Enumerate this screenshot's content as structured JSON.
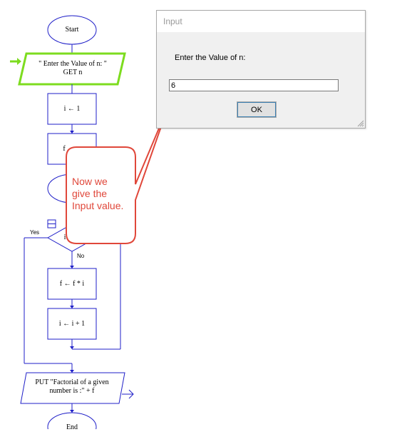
{
  "flowchart": {
    "start_label": "Start",
    "input_step_line1": "\" Enter the Value of n: \"",
    "input_step_line2": "GET n",
    "assign_i": "i ← 1",
    "assign_f_partial": "f",
    "loop_yes_label": "Yes",
    "loop_no_label": "No",
    "loop_condition_partial": "i",
    "multiply_step": "f ← f * i",
    "increment_step": "i ← i + 1",
    "output_line1": "PUT \"Factorial of a given",
    "output_line2": "number is :\" + f",
    "end_label": "End"
  },
  "dialog": {
    "title": "Input",
    "prompt": "Enter the Value of n:",
    "input_value": "6",
    "ok_label": "OK"
  },
  "callout": {
    "text_line1": "Now we",
    "text_line2": "give the",
    "text_line3": "Input value."
  },
  "colors": {
    "flow_stroke": "#1f1fc8",
    "highlight_stroke": "#7ddc1f",
    "callout_stroke": "#e0473a"
  }
}
